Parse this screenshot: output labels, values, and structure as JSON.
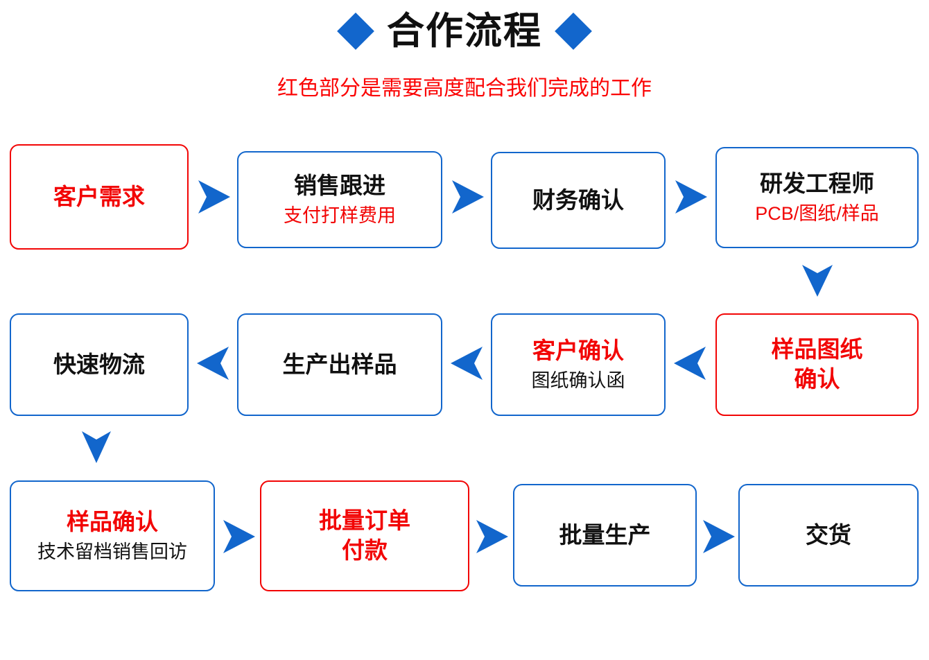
{
  "header": {
    "title": "合作流程",
    "subtitle": "红色部分是需要高度配合我们完成的工作",
    "left_diamond": "diamond-icon",
    "right_diamond": "diamond-icon"
  },
  "colors": {
    "blue": "#1266cc",
    "red": "#f20505",
    "text": "#111111",
    "background": "#ffffff"
  },
  "chart_data": {
    "type": "diagram",
    "title": "合作流程",
    "subtitle": "红色部分是需要高度配合我们完成的工作",
    "nodes": [
      {
        "id": "n1",
        "main": "客户需求",
        "sub": "",
        "border": "red",
        "main_color": "red",
        "sub_color": ""
      },
      {
        "id": "n2",
        "main": "销售跟进",
        "sub": "支付打样费用",
        "border": "blue",
        "main_color": "black",
        "sub_color": "red"
      },
      {
        "id": "n3",
        "main": "财务确认",
        "sub": "",
        "border": "blue",
        "main_color": "black",
        "sub_color": ""
      },
      {
        "id": "n4",
        "main": "研发工程师",
        "sub": "PCB/图纸/样品",
        "border": "blue",
        "main_color": "black",
        "sub_color": "red"
      },
      {
        "id": "n5",
        "main": "样品图纸",
        "main2": "确认",
        "sub": "",
        "border": "red",
        "main_color": "red",
        "sub_color": ""
      },
      {
        "id": "n6",
        "main": "客户确认",
        "sub": "图纸确认函",
        "border": "blue",
        "main_color": "red",
        "sub_color": "black"
      },
      {
        "id": "n7",
        "main": "生产出样品",
        "sub": "",
        "border": "blue",
        "main_color": "black",
        "sub_color": ""
      },
      {
        "id": "n8",
        "main": "快速物流",
        "sub": "",
        "border": "blue",
        "main_color": "black",
        "sub_color": ""
      },
      {
        "id": "n9",
        "main": "样品确认",
        "sub": "技术留档销售回访",
        "border": "blue",
        "main_color": "red",
        "sub_color": "black"
      },
      {
        "id": "n10",
        "main": "批量订单",
        "main2": "付款",
        "sub": "",
        "border": "red",
        "main_color": "red",
        "sub_color": ""
      },
      {
        "id": "n11",
        "main": "批量生产",
        "sub": "",
        "border": "blue",
        "main_color": "black",
        "sub_color": ""
      },
      {
        "id": "n12",
        "main": "交货",
        "sub": "",
        "border": "blue",
        "main_color": "black",
        "sub_color": ""
      }
    ],
    "edges": [
      {
        "from": "n1",
        "to": "n2",
        "direction": "right"
      },
      {
        "from": "n2",
        "to": "n3",
        "direction": "right"
      },
      {
        "from": "n3",
        "to": "n4",
        "direction": "right"
      },
      {
        "from": "n4",
        "to": "n5",
        "direction": "down"
      },
      {
        "from": "n5",
        "to": "n6",
        "direction": "left"
      },
      {
        "from": "n6",
        "to": "n7",
        "direction": "left"
      },
      {
        "from": "n7",
        "to": "n8",
        "direction": "left"
      },
      {
        "from": "n8",
        "to": "n9",
        "direction": "down"
      },
      {
        "from": "n9",
        "to": "n10",
        "direction": "right"
      },
      {
        "from": "n10",
        "to": "n11",
        "direction": "right"
      },
      {
        "from": "n11",
        "to": "n12",
        "direction": "right"
      }
    ],
    "legend": "红色部分是需要高度配合我们完成的工作"
  }
}
